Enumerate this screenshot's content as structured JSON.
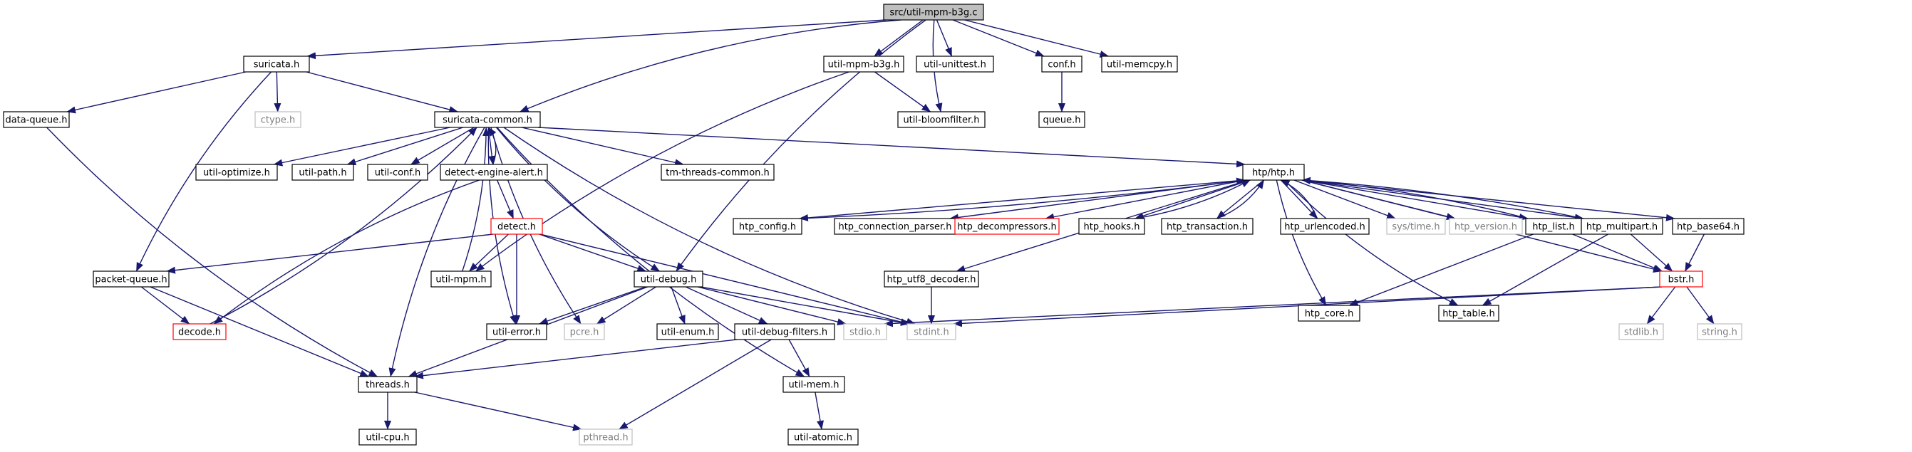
{
  "title": "src/util-mpm-b3g.c",
  "colors": {
    "edge": "#191970",
    "root_fill": "#bfbfbf",
    "normal_border": "#000000",
    "missing_border": "#bfbfbf",
    "missing_text": "#7f7f7f",
    "truncated_border": "#ff0000"
  },
  "nodes": [
    {
      "id": "root",
      "label": "src/util-mpm-b3g.c",
      "kind": "root"
    },
    {
      "id": "suricata_h",
      "label": "suricata.h",
      "kind": "normal"
    },
    {
      "id": "util_mpm_b3g_h",
      "label": "util-mpm-b3g.h",
      "kind": "normal"
    },
    {
      "id": "util_unittest_h",
      "label": "util-unittest.h",
      "kind": "normal"
    },
    {
      "id": "conf_h",
      "label": "conf.h",
      "kind": "normal"
    },
    {
      "id": "util_memcpy_h",
      "label": "util-memcpy.h",
      "kind": "normal"
    },
    {
      "id": "data_queue_h",
      "label": "data-queue.h",
      "kind": "normal"
    },
    {
      "id": "ctype_h",
      "label": "ctype.h",
      "kind": "missing"
    },
    {
      "id": "util_bloomfilter_h",
      "label": "util-bloomfilter.h",
      "kind": "normal"
    },
    {
      "id": "queue_h",
      "label": "queue.h",
      "kind": "normal"
    },
    {
      "id": "suricata_common_h",
      "label": "suricata-common.h",
      "kind": "normal"
    },
    {
      "id": "util_optimize_h",
      "label": "util-optimize.h",
      "kind": "normal"
    },
    {
      "id": "util_path_h",
      "label": "util-path.h",
      "kind": "normal"
    },
    {
      "id": "util_conf_h",
      "label": "util-conf.h",
      "kind": "normal"
    },
    {
      "id": "detect_engine_alert_h",
      "label": "detect-engine-alert.h",
      "kind": "normal"
    },
    {
      "id": "tm_threads_common_h",
      "label": "tm-threads-common.h",
      "kind": "normal"
    },
    {
      "id": "htp_h",
      "label": "htp/htp.h",
      "kind": "normal"
    },
    {
      "id": "detect_h",
      "label": "detect.h",
      "kind": "truncated"
    },
    {
      "id": "htp_config_h",
      "label": "htp_config.h",
      "kind": "normal"
    },
    {
      "id": "htp_connection_parser_h",
      "label": "htp_connection_parser.h",
      "kind": "normal"
    },
    {
      "id": "htp_decompressors_h",
      "label": "htp_decompressors.h",
      "kind": "truncated"
    },
    {
      "id": "htp_hooks_h",
      "label": "htp_hooks.h",
      "kind": "normal"
    },
    {
      "id": "htp_transaction_h",
      "label": "htp_transaction.h",
      "kind": "normal"
    },
    {
      "id": "htp_urlencoded_h",
      "label": "htp_urlencoded.h",
      "kind": "normal"
    },
    {
      "id": "sys_time_h",
      "label": "sys/time.h",
      "kind": "missing"
    },
    {
      "id": "htp_version_h",
      "label": "htp_version.h",
      "kind": "missing"
    },
    {
      "id": "htp_list_h",
      "label": "htp_list.h",
      "kind": "normal"
    },
    {
      "id": "htp_multipart_h",
      "label": "htp_multipart.h",
      "kind": "normal"
    },
    {
      "id": "htp_base64_h",
      "label": "htp_base64.h",
      "kind": "normal"
    },
    {
      "id": "packet_queue_h",
      "label": "packet-queue.h",
      "kind": "normal"
    },
    {
      "id": "util_mpm_h",
      "label": "util-mpm.h",
      "kind": "normal"
    },
    {
      "id": "util_debug_h",
      "label": "util-debug.h",
      "kind": "normal"
    },
    {
      "id": "htp_utf8_decoder_h",
      "label": "htp_utf8_decoder.h",
      "kind": "normal"
    },
    {
      "id": "htp_core_h",
      "label": "htp_core.h",
      "kind": "normal"
    },
    {
      "id": "htp_table_h",
      "label": "htp_table.h",
      "kind": "normal"
    },
    {
      "id": "bstr_h",
      "label": "bstr.h",
      "kind": "truncated"
    },
    {
      "id": "decode_h",
      "label": "decode.h",
      "kind": "truncated"
    },
    {
      "id": "util_error_h",
      "label": "util-error.h",
      "kind": "normal"
    },
    {
      "id": "pcre_h",
      "label": "pcre.h",
      "kind": "missing"
    },
    {
      "id": "util_enum_h",
      "label": "util-enum.h",
      "kind": "normal"
    },
    {
      "id": "util_debug_filters_h",
      "label": "util-debug-filters.h",
      "kind": "normal"
    },
    {
      "id": "stdio_h",
      "label": "stdio.h",
      "kind": "missing"
    },
    {
      "id": "stdint_h",
      "label": "stdint.h",
      "kind": "missing"
    },
    {
      "id": "stdlib_h",
      "label": "stdlib.h",
      "kind": "missing"
    },
    {
      "id": "string_h",
      "label": "string.h",
      "kind": "missing"
    },
    {
      "id": "threads_h",
      "label": "threads.h",
      "kind": "normal"
    },
    {
      "id": "util_mem_h",
      "label": "util-mem.h",
      "kind": "normal"
    },
    {
      "id": "util_cpu_h",
      "label": "util-cpu.h",
      "kind": "normal"
    },
    {
      "id": "pthread_h",
      "label": "pthread.h",
      "kind": "missing"
    },
    {
      "id": "util_atomic_h",
      "label": "util-atomic.h",
      "kind": "normal"
    }
  ],
  "edges": [
    [
      "root",
      "suricata_h"
    ],
    [
      "root",
      "suricata_common_h"
    ],
    [
      "root",
      "util_mpm_b3g_h"
    ],
    [
      "root",
      "util_unittest_h"
    ],
    [
      "root",
      "conf_h"
    ],
    [
      "root",
      "util_memcpy_h"
    ],
    [
      "root",
      "util_bloomfilter_h"
    ],
    [
      "root",
      "util_debug_h"
    ],
    [
      "suricata_h",
      "data_queue_h"
    ],
    [
      "suricata_h",
      "ctype_h"
    ],
    [
      "suricata_h",
      "suricata_common_h"
    ],
    [
      "suricata_h",
      "packet_queue_h"
    ],
    [
      "util_mpm_b3g_h",
      "util_bloomfilter_h"
    ],
    [
      "util_mpm_b3g_h",
      "util_mpm_h"
    ],
    [
      "conf_h",
      "queue_h"
    ],
    [
      "data_queue_h",
      "threads_h"
    ],
    [
      "suricata_common_h",
      "util_optimize_h"
    ],
    [
      "suricata_common_h",
      "util_path_h"
    ],
    [
      "suricata_common_h",
      "util_conf_h"
    ],
    [
      "suricata_common_h",
      "detect_engine_alert_h"
    ],
    [
      "suricata_common_h",
      "tm_threads_common_h"
    ],
    [
      "suricata_common_h",
      "htp_h"
    ],
    [
      "suricata_common_h",
      "util_debug_h"
    ],
    [
      "suricata_common_h",
      "util_error_h"
    ],
    [
      "suricata_common_h",
      "pcre_h"
    ],
    [
      "suricata_common_h",
      "threads_h"
    ],
    [
      "suricata_common_h",
      "util_mem_h"
    ],
    [
      "suricata_common_h",
      "stdint_h"
    ],
    [
      "detect_engine_alert_h",
      "suricata_common_h"
    ],
    [
      "detect_engine_alert_h",
      "detect_h"
    ],
    [
      "detect_engine_alert_h",
      "decode_h"
    ],
    [
      "detect_h",
      "packet_queue_h"
    ],
    [
      "detect_h",
      "util_mpm_h"
    ],
    [
      "detect_h",
      "util_debug_h"
    ],
    [
      "detect_h",
      "util_error_h"
    ],
    [
      "detect_h",
      "stdint_h"
    ],
    [
      "util_mpm_h",
      "suricata_common_h"
    ],
    [
      "decode_h",
      "suricata_common_h"
    ],
    [
      "htp_h",
      "htp_config_h"
    ],
    [
      "htp_h",
      "htp_connection_parser_h"
    ],
    [
      "htp_h",
      "htp_decompressors_h"
    ],
    [
      "htp_h",
      "htp_hooks_h"
    ],
    [
      "htp_h",
      "htp_transaction_h"
    ],
    [
      "htp_h",
      "htp_urlencoded_h"
    ],
    [
      "htp_h",
      "sys_time_h"
    ],
    [
      "htp_h",
      "htp_version_h"
    ],
    [
      "htp_h",
      "htp_list_h"
    ],
    [
      "htp_h",
      "htp_multipart_h"
    ],
    [
      "htp_h",
      "htp_base64_h"
    ],
    [
      "htp_h",
      "htp_utf8_decoder_h"
    ],
    [
      "htp_h",
      "htp_core_h"
    ],
    [
      "htp_h",
      "htp_table_h"
    ],
    [
      "htp_h",
      "bstr_h"
    ],
    [
      "htp_config_h",
      "htp_h"
    ],
    [
      "htp_hooks_h",
      "htp_h"
    ],
    [
      "htp_transaction_h",
      "htp_h"
    ],
    [
      "htp_urlencoded_h",
      "htp_h"
    ],
    [
      "htp_list_h",
      "htp_h"
    ],
    [
      "htp_multipart_h",
      "htp_h"
    ],
    [
      "htp_list_h",
      "bstr_h"
    ],
    [
      "htp_list_h",
      "htp_core_h"
    ],
    [
      "htp_multipart_h",
      "bstr_h"
    ],
    [
      "htp_multipart_h",
      "htp_table_h"
    ],
    [
      "htp_base64_h",
      "bstr_h"
    ],
    [
      "htp_utf8_decoder_h",
      "stdint_h"
    ],
    [
      "bstr_h",
      "stdlib_h"
    ],
    [
      "bstr_h",
      "string_h"
    ],
    [
      "bstr_h",
      "stdint_h"
    ],
    [
      "bstr_h",
      "stdio_h"
    ],
    [
      "packet_queue_h",
      "decode_h"
    ],
    [
      "packet_queue_h",
      "threads_h"
    ],
    [
      "util_debug_h",
      "util_error_h"
    ],
    [
      "util_debug_h",
      "pcre_h"
    ],
    [
      "util_debug_h",
      "util_enum_h"
    ],
    [
      "util_debug_h",
      "util_debug_filters_h"
    ],
    [
      "util_debug_h",
      "stdio_h"
    ],
    [
      "util_debug_h",
      "stdint_h"
    ],
    [
      "util_debug_h",
      "threads_h"
    ],
    [
      "util_debug_filters_h",
      "threads_h"
    ],
    [
      "util_debug_filters_h",
      "util_mem_h"
    ],
    [
      "util_debug_filters_h",
      "pthread_h"
    ],
    [
      "util_mem_h",
      "util_atomic_h"
    ],
    [
      "threads_h",
      "util_cpu_h"
    ],
    [
      "threads_h",
      "pthread_h"
    ]
  ]
}
